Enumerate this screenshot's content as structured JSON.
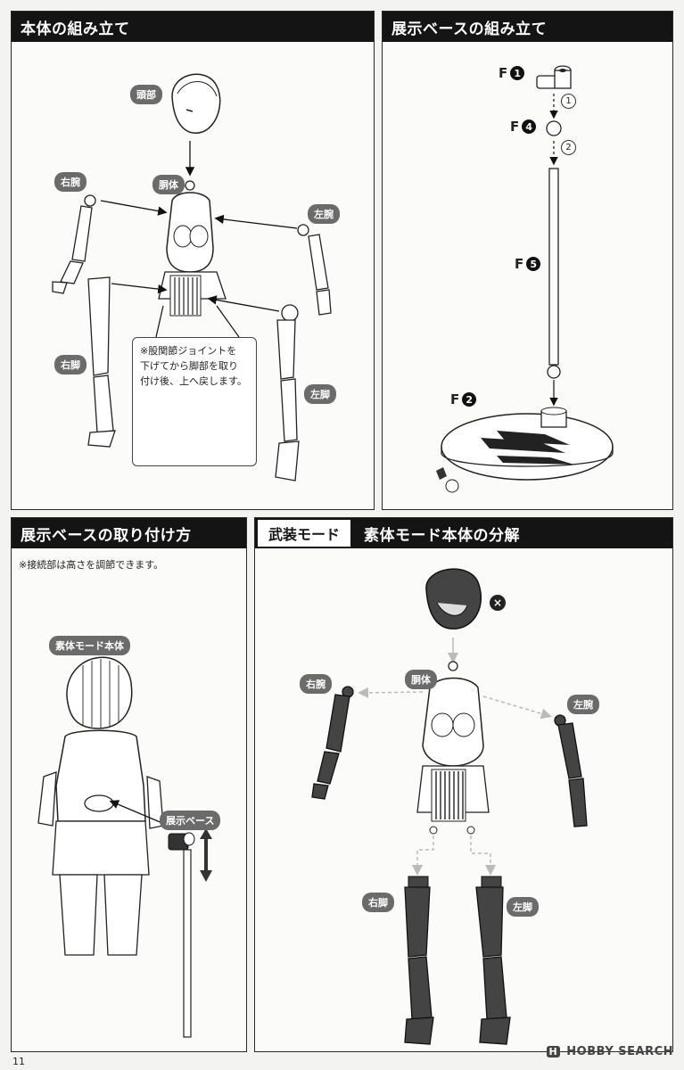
{
  "panels": {
    "body_assembly": {
      "title": "本体の組み立て",
      "labels": {
        "head": "頭部",
        "torso": "胴体",
        "right_arm": "右腕",
        "left_arm": "左腕",
        "right_leg": "右脚",
        "left_leg": "左脚"
      },
      "note": [
        "※股関節ジョイントを",
        "下げてから脚部を取り",
        "付け後、上へ戻します。"
      ]
    },
    "base_assembly": {
      "title": "展示ベースの組み立て",
      "parts": [
        {
          "letter": "F",
          "num": "1"
        },
        {
          "letter": "F",
          "num": "4"
        },
        {
          "letter": "F",
          "num": "5"
        },
        {
          "letter": "F",
          "num": "2"
        }
      ],
      "steps": [
        "1",
        "2"
      ]
    },
    "base_attach": {
      "title": "展示ベースの取り付け方",
      "note": "※接続部は高さを調節できます。",
      "labels": {
        "body": "素体モード本体",
        "base": "展示ベース"
      }
    },
    "disassembly": {
      "mode_tag": "武装モード",
      "title": "素体モード本体の分解",
      "labels": {
        "torso": "胴体",
        "right_arm": "右腕",
        "left_arm": "左腕",
        "right_leg": "右脚",
        "left_leg": "左脚"
      },
      "x_mark": "×"
    }
  },
  "footer": {
    "page_number": "11",
    "watermark_icon": "H",
    "watermark": "HOBBY SEARCH"
  }
}
